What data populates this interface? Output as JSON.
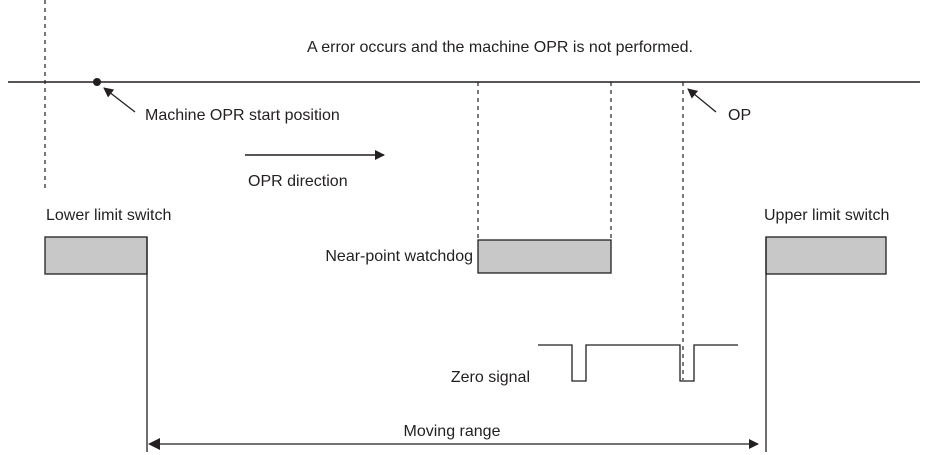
{
  "diagram": {
    "title": "A error occurs and the machine OPR is not performed.",
    "start_position_label": "Machine OPR start position",
    "direction_label": "OPR direction",
    "op_label": "OP",
    "lower_limit_label": "Lower limit switch",
    "upper_limit_label": "Upper limit switch",
    "near_point_label": "Near-point watchdog",
    "zero_signal_label": "Zero signal",
    "moving_range_label": "Moving range"
  },
  "colors": {
    "line": "#231f20",
    "block_fill": "#c8c8c8"
  }
}
